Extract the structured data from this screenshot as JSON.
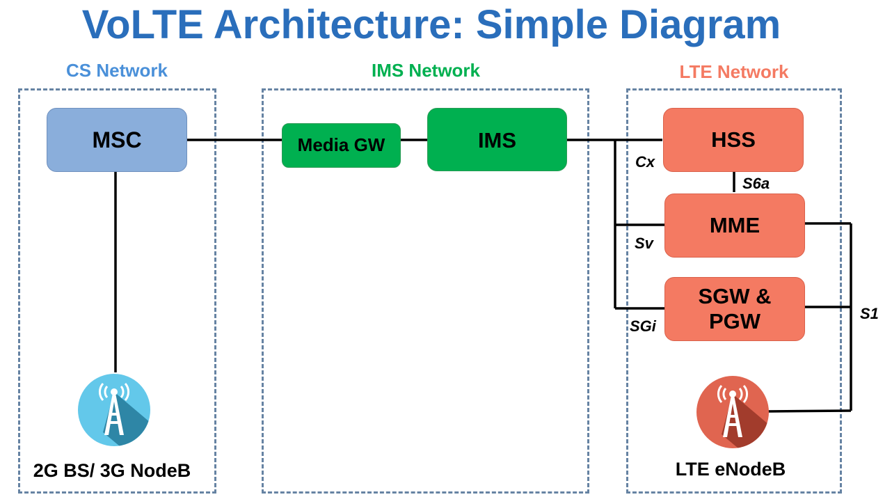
{
  "title": "VoLTE Architecture: Simple Diagram",
  "colors": {
    "title": "#2a6ebb",
    "cs": "#4a90d9",
    "ims": "#00b050",
    "lte": "#f47a62",
    "msc_fill": "#8aaedb",
    "lte_fill": "#f47a62",
    "ims_fill": "#00b050",
    "zone_border": "#6683a3"
  },
  "networks": {
    "cs": {
      "label": "CS Network"
    },
    "ims": {
      "label": "IMS Network"
    },
    "lte": {
      "label": "LTE Network"
    }
  },
  "nodes": {
    "msc": "MSC",
    "media_gw": "Media GW",
    "ims": "IMS",
    "hss": "HSS",
    "mme": "MME",
    "sgw_pgw_line1": "SGW &",
    "sgw_pgw_line2": "PGW"
  },
  "interfaces": {
    "cx": "Cx",
    "s6a": "S6a",
    "sv": "Sv",
    "sgi": "SGi",
    "s1": "S1"
  },
  "stations": {
    "cs": {
      "label": "2G BS/ 3G NodeB",
      "icon": "cell-tower-icon"
    },
    "lte": {
      "label": "LTE eNodeB",
      "icon": "cell-tower-icon"
    }
  }
}
